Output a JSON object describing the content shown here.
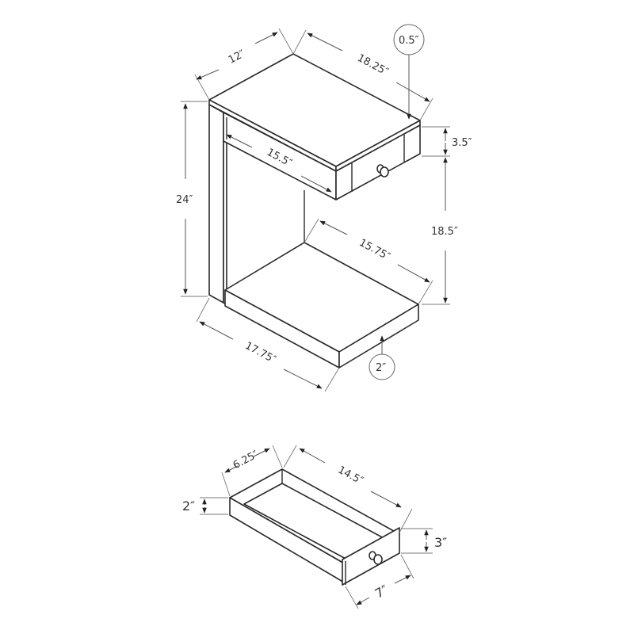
{
  "diagram": {
    "subject": "C-shaped accent side table with drawer",
    "table": {
      "top_width": "12″",
      "top_depth": "18.25″",
      "top_thickness_callout": "0.5″",
      "drawer_front_height": "3.5″",
      "inner_top_length": "15.5″",
      "overall_height": "24″",
      "clearance_height": "18.5″",
      "base_inner_length": "15.75″",
      "base_length": "17.75″",
      "base_thickness_callout": "2″"
    },
    "drawer": {
      "width": "6.25″",
      "length": "14.5″",
      "side_height": "2″",
      "front_height": "3″",
      "front_width": "7″"
    }
  }
}
